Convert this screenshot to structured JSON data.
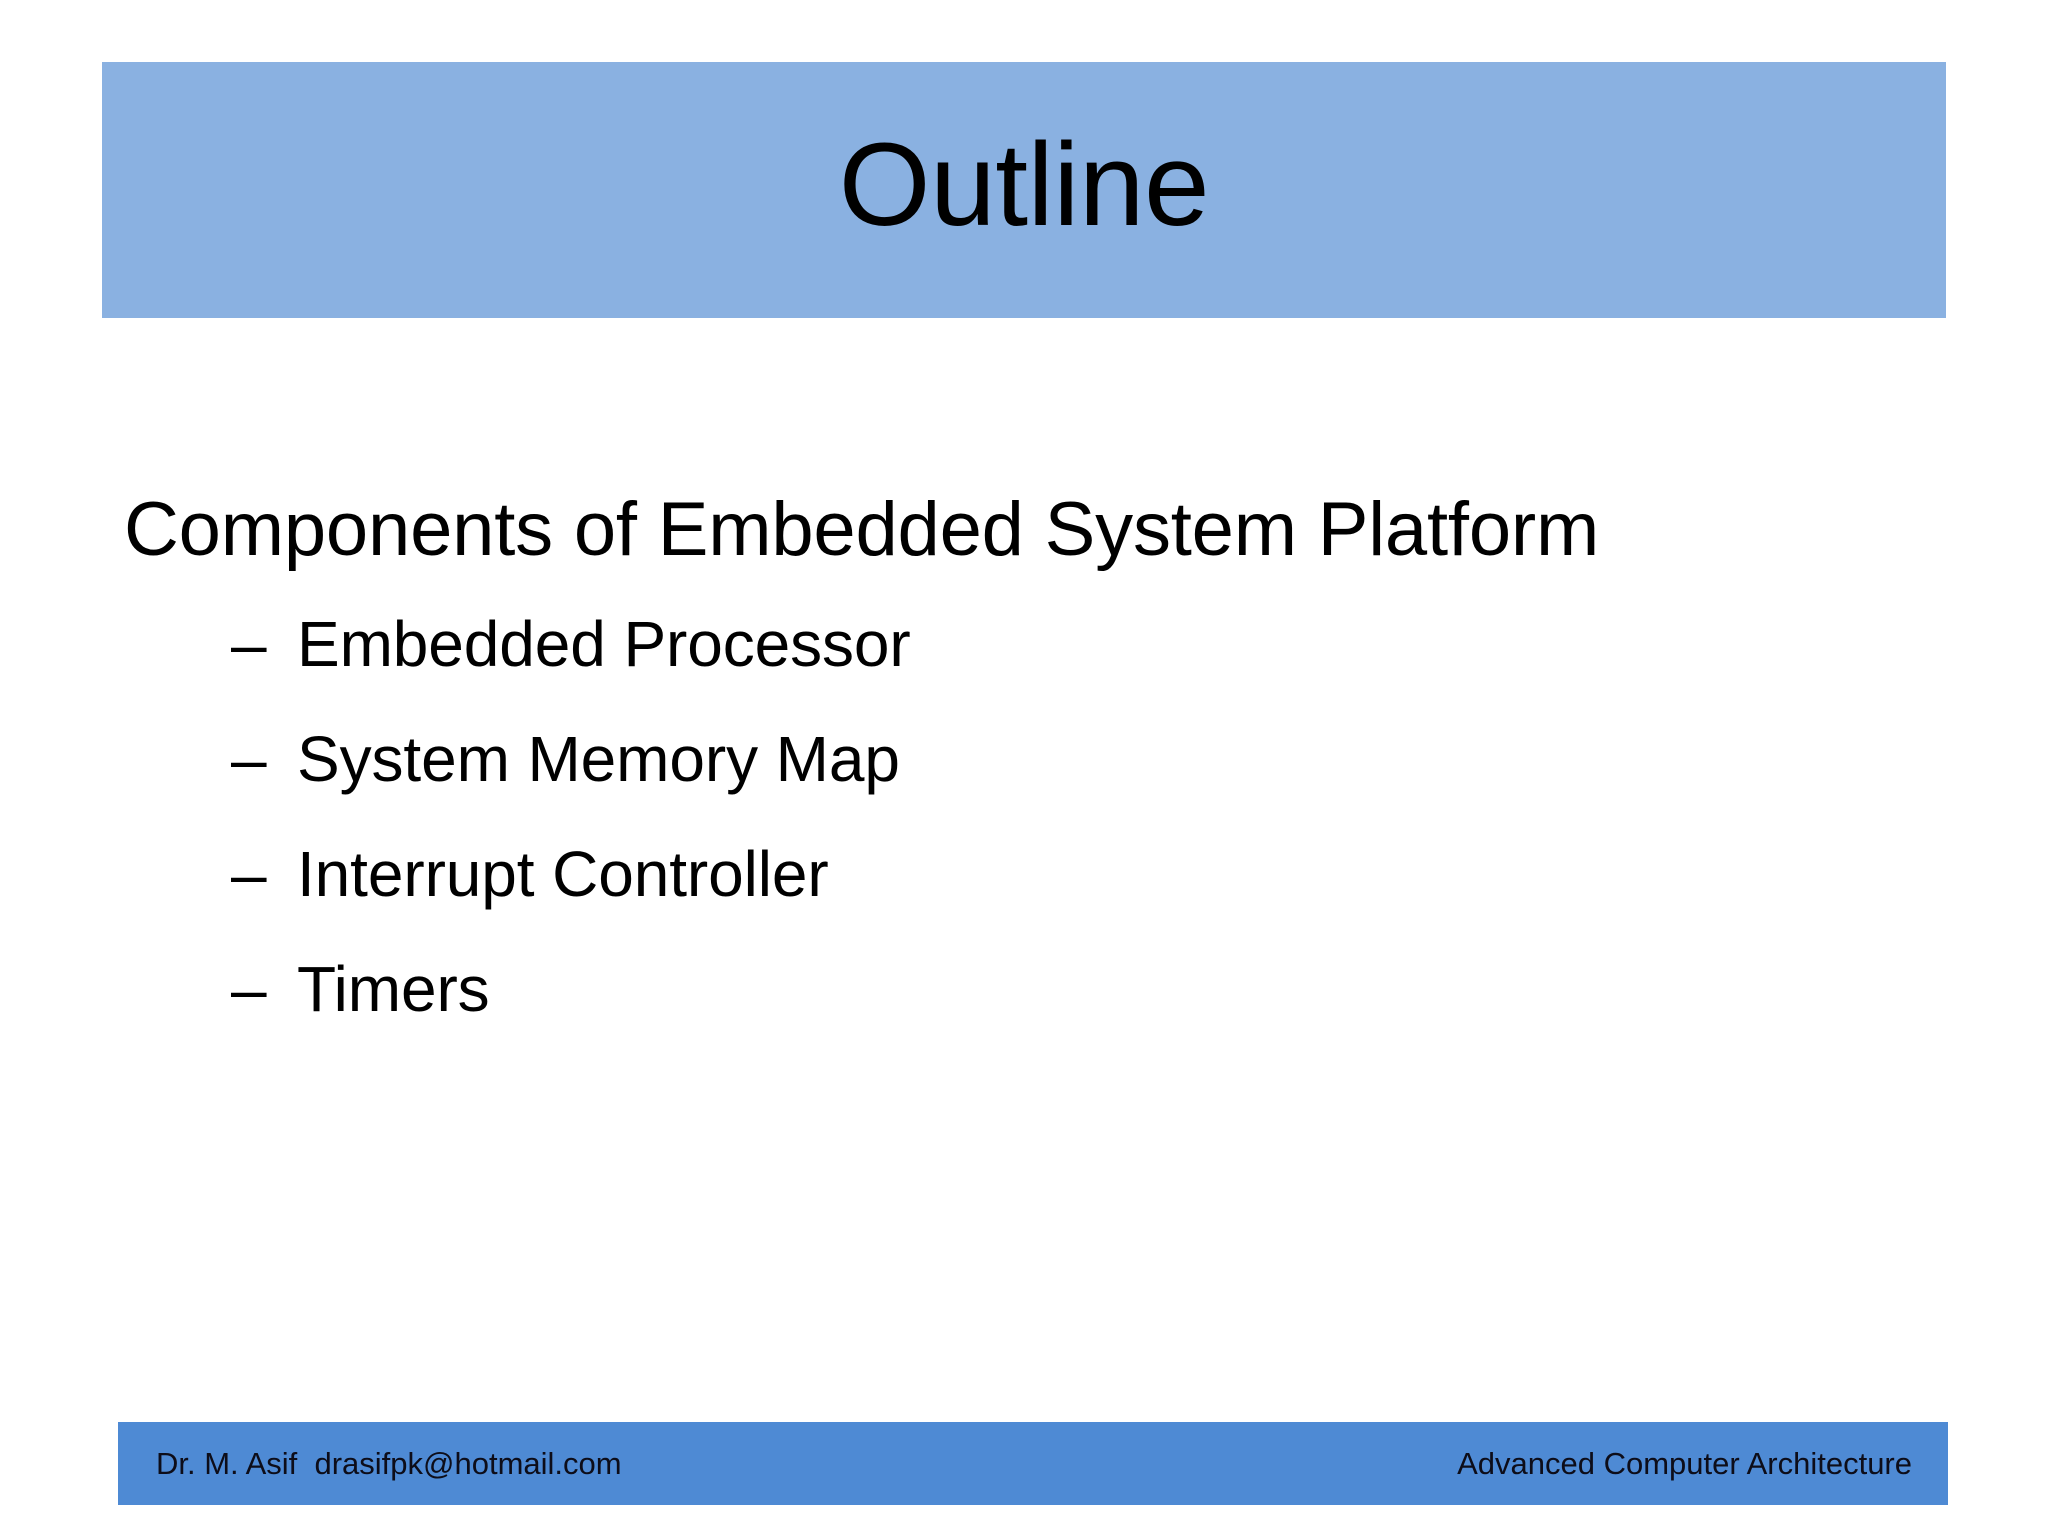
{
  "slide": {
    "title": "Outline",
    "theme": {
      "title_banner_color": "#8ab1e1",
      "footer_bar_color": "#4e8ad4",
      "background_color": "#ffffff",
      "text_color": "#000000"
    },
    "body": {
      "heading": "Components of Embedded System Platform",
      "bullet_marker": "–",
      "bullets": [
        {
          "label": "Embedded Processor"
        },
        {
          "label": "System Memory Map"
        },
        {
          "label": "Interrupt Controller"
        },
        {
          "label": "Timers"
        }
      ]
    },
    "footer": {
      "left": "Dr. M. Asif  drasifpk@hotmail.com",
      "right": "Advanced Computer Architecture"
    }
  }
}
